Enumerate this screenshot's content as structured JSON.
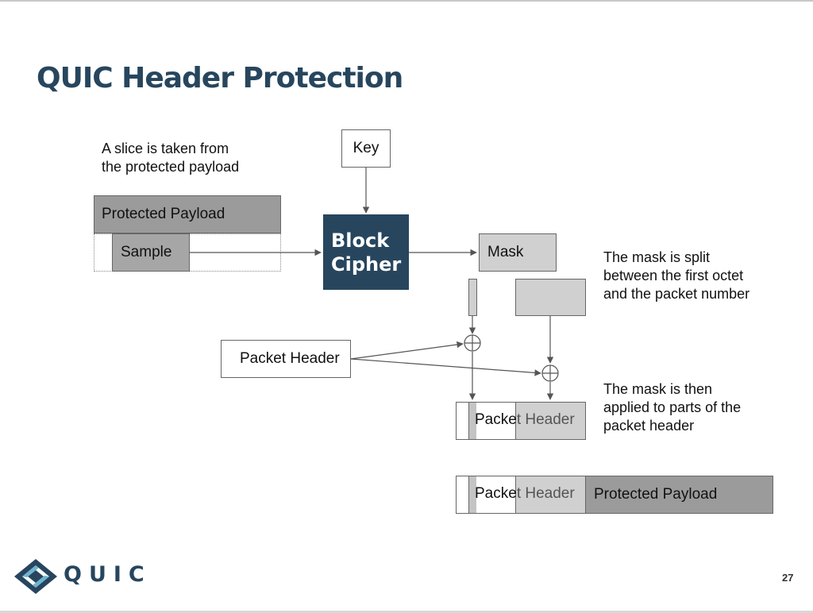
{
  "slide": {
    "title": "QUIC Header Protection",
    "page_number": "27"
  },
  "notes": {
    "slice_line1": "A slice is taken from",
    "slice_line2": "the protected payload",
    "split_line1": "The mask is split",
    "split_line2": "between the first octet",
    "split_line3": "and the packet number",
    "applied_line1": "The mask is then",
    "applied_line2": "applied to parts of the",
    "applied_line3": "packet header"
  },
  "diagram": {
    "protected_payload": "Protected Payload",
    "sample": "Sample",
    "key": "Key",
    "cipher_line1": "Block",
    "cipher_line2": "Cipher",
    "mask": "Mask",
    "packet_header": "Packet Header",
    "result_header_plain": "Packe",
    "result_header_masked": "t Header",
    "final_header_plain": "Packe",
    "final_header_masked": "t Header",
    "final_payload": "Protected Payload",
    "xor_symbol": "⊕"
  },
  "logo": {
    "text": "QUIC"
  },
  "colors": {
    "brand": "#27465e",
    "payload_gray": "#9b9b9b",
    "sample_gray": "#a6a6a6",
    "mask_gray": "#d0d0d0"
  }
}
